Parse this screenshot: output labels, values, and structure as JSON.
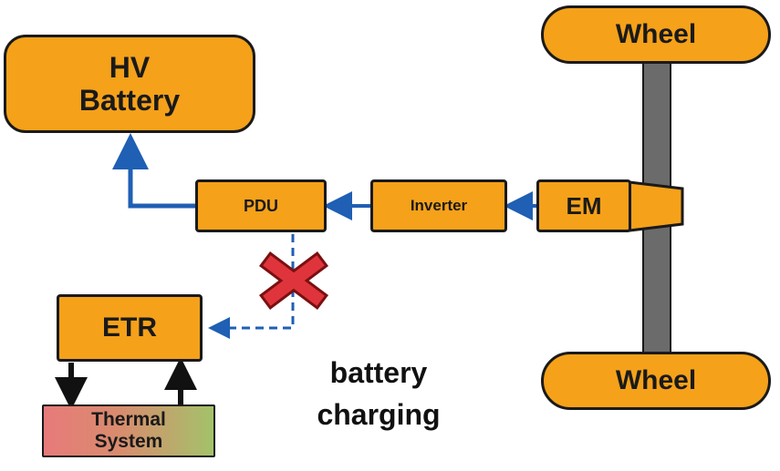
{
  "nodes": {
    "hv_battery": "HV\nBattery",
    "pdu": "PDU",
    "inverter": "Inverter",
    "em": "EM",
    "etr": "ETR",
    "thermal_system": "Thermal\nSystem",
    "wheel_top": "Wheel",
    "wheel_bottom": "Wheel"
  },
  "caption": "battery\ncharging",
  "colors": {
    "box_fill": "#F5A11A",
    "border": "#1a1a1a",
    "flow_arrow": "#1F5FB4",
    "axle": "#6B6B6B",
    "blocked_x": "#E0343C",
    "thermal_left": "#E77A7A",
    "thermal_right": "#A3C26A"
  },
  "icons": {
    "blocked": "red-x-icon"
  }
}
